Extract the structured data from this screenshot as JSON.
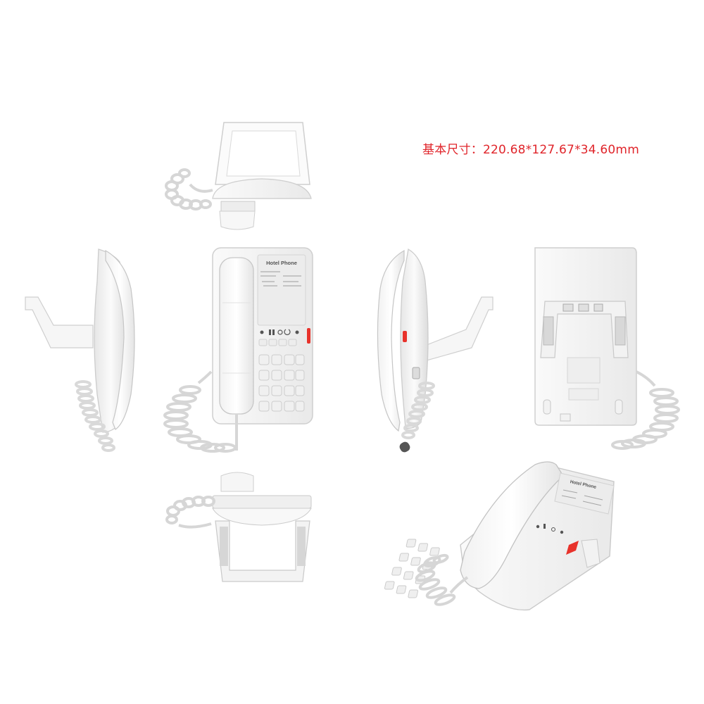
{
  "caption": {
    "text": "基本尺寸：220.68*127.67*34.60mm",
    "color": "#e0242a"
  },
  "device": {
    "front_label": "Hotel Phone",
    "iso_label": "Hotel Phone",
    "body_color": "#f4f4f4",
    "accent_color": "#e8322b"
  },
  "views": [
    {
      "name": "top-view"
    },
    {
      "name": "left-side-view"
    },
    {
      "name": "front-view"
    },
    {
      "name": "right-side-view"
    },
    {
      "name": "back-view"
    },
    {
      "name": "bottom-view"
    },
    {
      "name": "isometric-view"
    }
  ]
}
